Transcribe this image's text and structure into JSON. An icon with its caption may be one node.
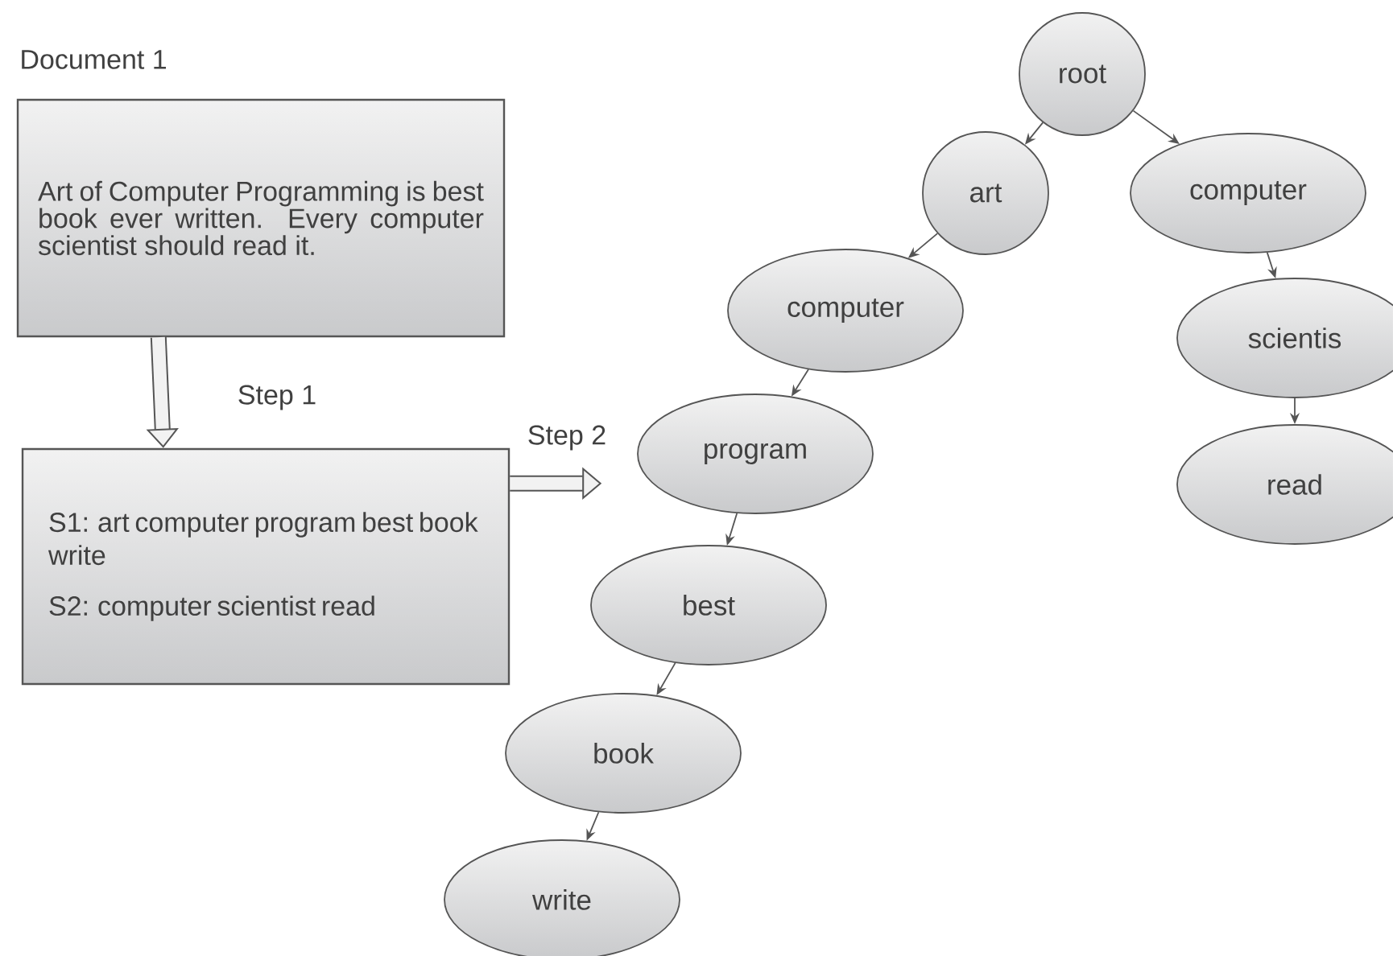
{
  "diagram": {
    "nodes": [
      {
        "text": [
          "Document 1",
          "Art of Computer Programming is best book ever written. Every computer scientist should read it."
        ]
      },
      {
        "text": [
          "S1: art computer program best book write",
          "S2: computer scientist read"
        ]
      },
      {
        "text": [
          "root"
        ]
      },
      {
        "text": [
          "art"
        ]
      },
      {
        "text": [
          "computer"
        ]
      },
      {
        "text": [
          "computer"
        ]
      },
      {
        "text": [
          "scientis"
        ]
      },
      {
        "text": [
          "program"
        ]
      },
      {
        "text": [
          "read"
        ]
      },
      {
        "text": [
          "best"
        ]
      },
      {
        "text": [
          "book"
        ]
      },
      {
        "text": [
          "write"
        ]
      }
    ],
    "edges": [
      {
        "from": 0,
        "to": 1,
        "arrow": "to",
        "label": "Step 1",
        "style": "thick"
      },
      {
        "from": 1,
        "to": null,
        "arrow": "to",
        "label": "Step 2",
        "style": "thick"
      },
      {
        "from": 2,
        "to": 3,
        "arrow": "to"
      },
      {
        "from": 2,
        "to": 4,
        "arrow": "to"
      },
      {
        "from": 3,
        "to": 5,
        "arrow": "to"
      },
      {
        "from": 4,
        "to": 6,
        "arrow": "to"
      },
      {
        "from": 5,
        "to": 7,
        "arrow": "to"
      },
      {
        "from": 6,
        "to": 8,
        "arrow": "to"
      },
      {
        "from": 7,
        "to": 9,
        "arrow": "to"
      },
      {
        "from": 9,
        "to": 10,
        "arrow": "to"
      },
      {
        "from": 10,
        "to": 11,
        "arrow": "to"
      }
    ]
  }
}
